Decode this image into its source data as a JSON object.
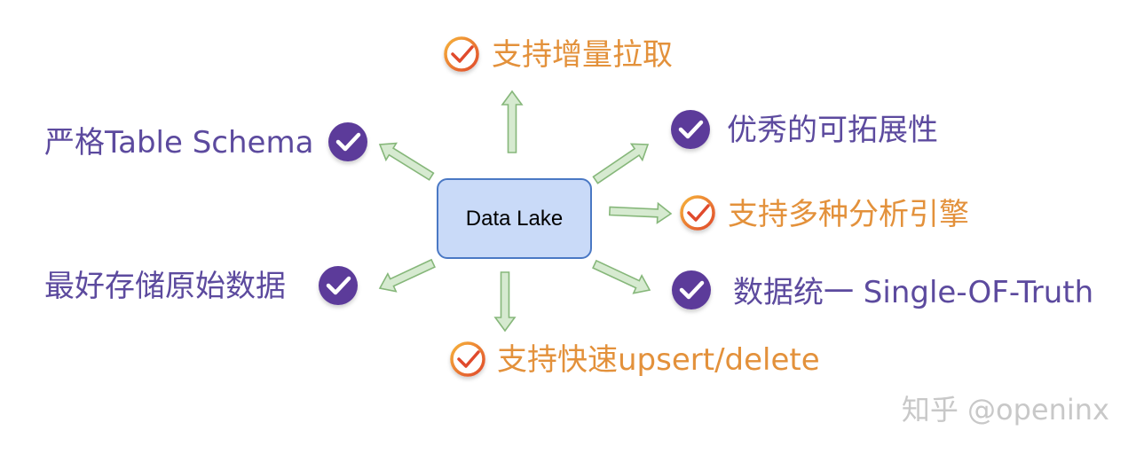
{
  "center": {
    "label": "Data Lake"
  },
  "items": [
    {
      "label": "支持增量拉取",
      "style": "orange-check"
    },
    {
      "label": "严格Table Schema",
      "style": "purple-check"
    },
    {
      "label": "优秀的可拓展性",
      "style": "purple-check"
    },
    {
      "label": "支持多种分析引擎",
      "style": "orange-check"
    },
    {
      "label": "最好存储原始数据",
      "style": "purple-check"
    },
    {
      "label": "数据统一 Single-OF-Truth",
      "style": "purple-check"
    },
    {
      "label": "支持快速upsert/delete",
      "style": "orange-check"
    }
  ],
  "watermark": "知乎 @openinx",
  "colors": {
    "purple_text": "#5c4a9e",
    "purple_badge": "#5b3a9a",
    "orange_text": "#e3913b",
    "orange_ring_start": "#f3a236",
    "orange_ring_end": "#e04a2c",
    "arrow_fill": "#d6ead0",
    "arrow_stroke": "#86b77a",
    "box_fill": "#c9daf8",
    "box_border": "#4a78c4"
  },
  "icons": {
    "purple_check": "check-badge-icon",
    "orange_check": "check-circle-icon"
  }
}
